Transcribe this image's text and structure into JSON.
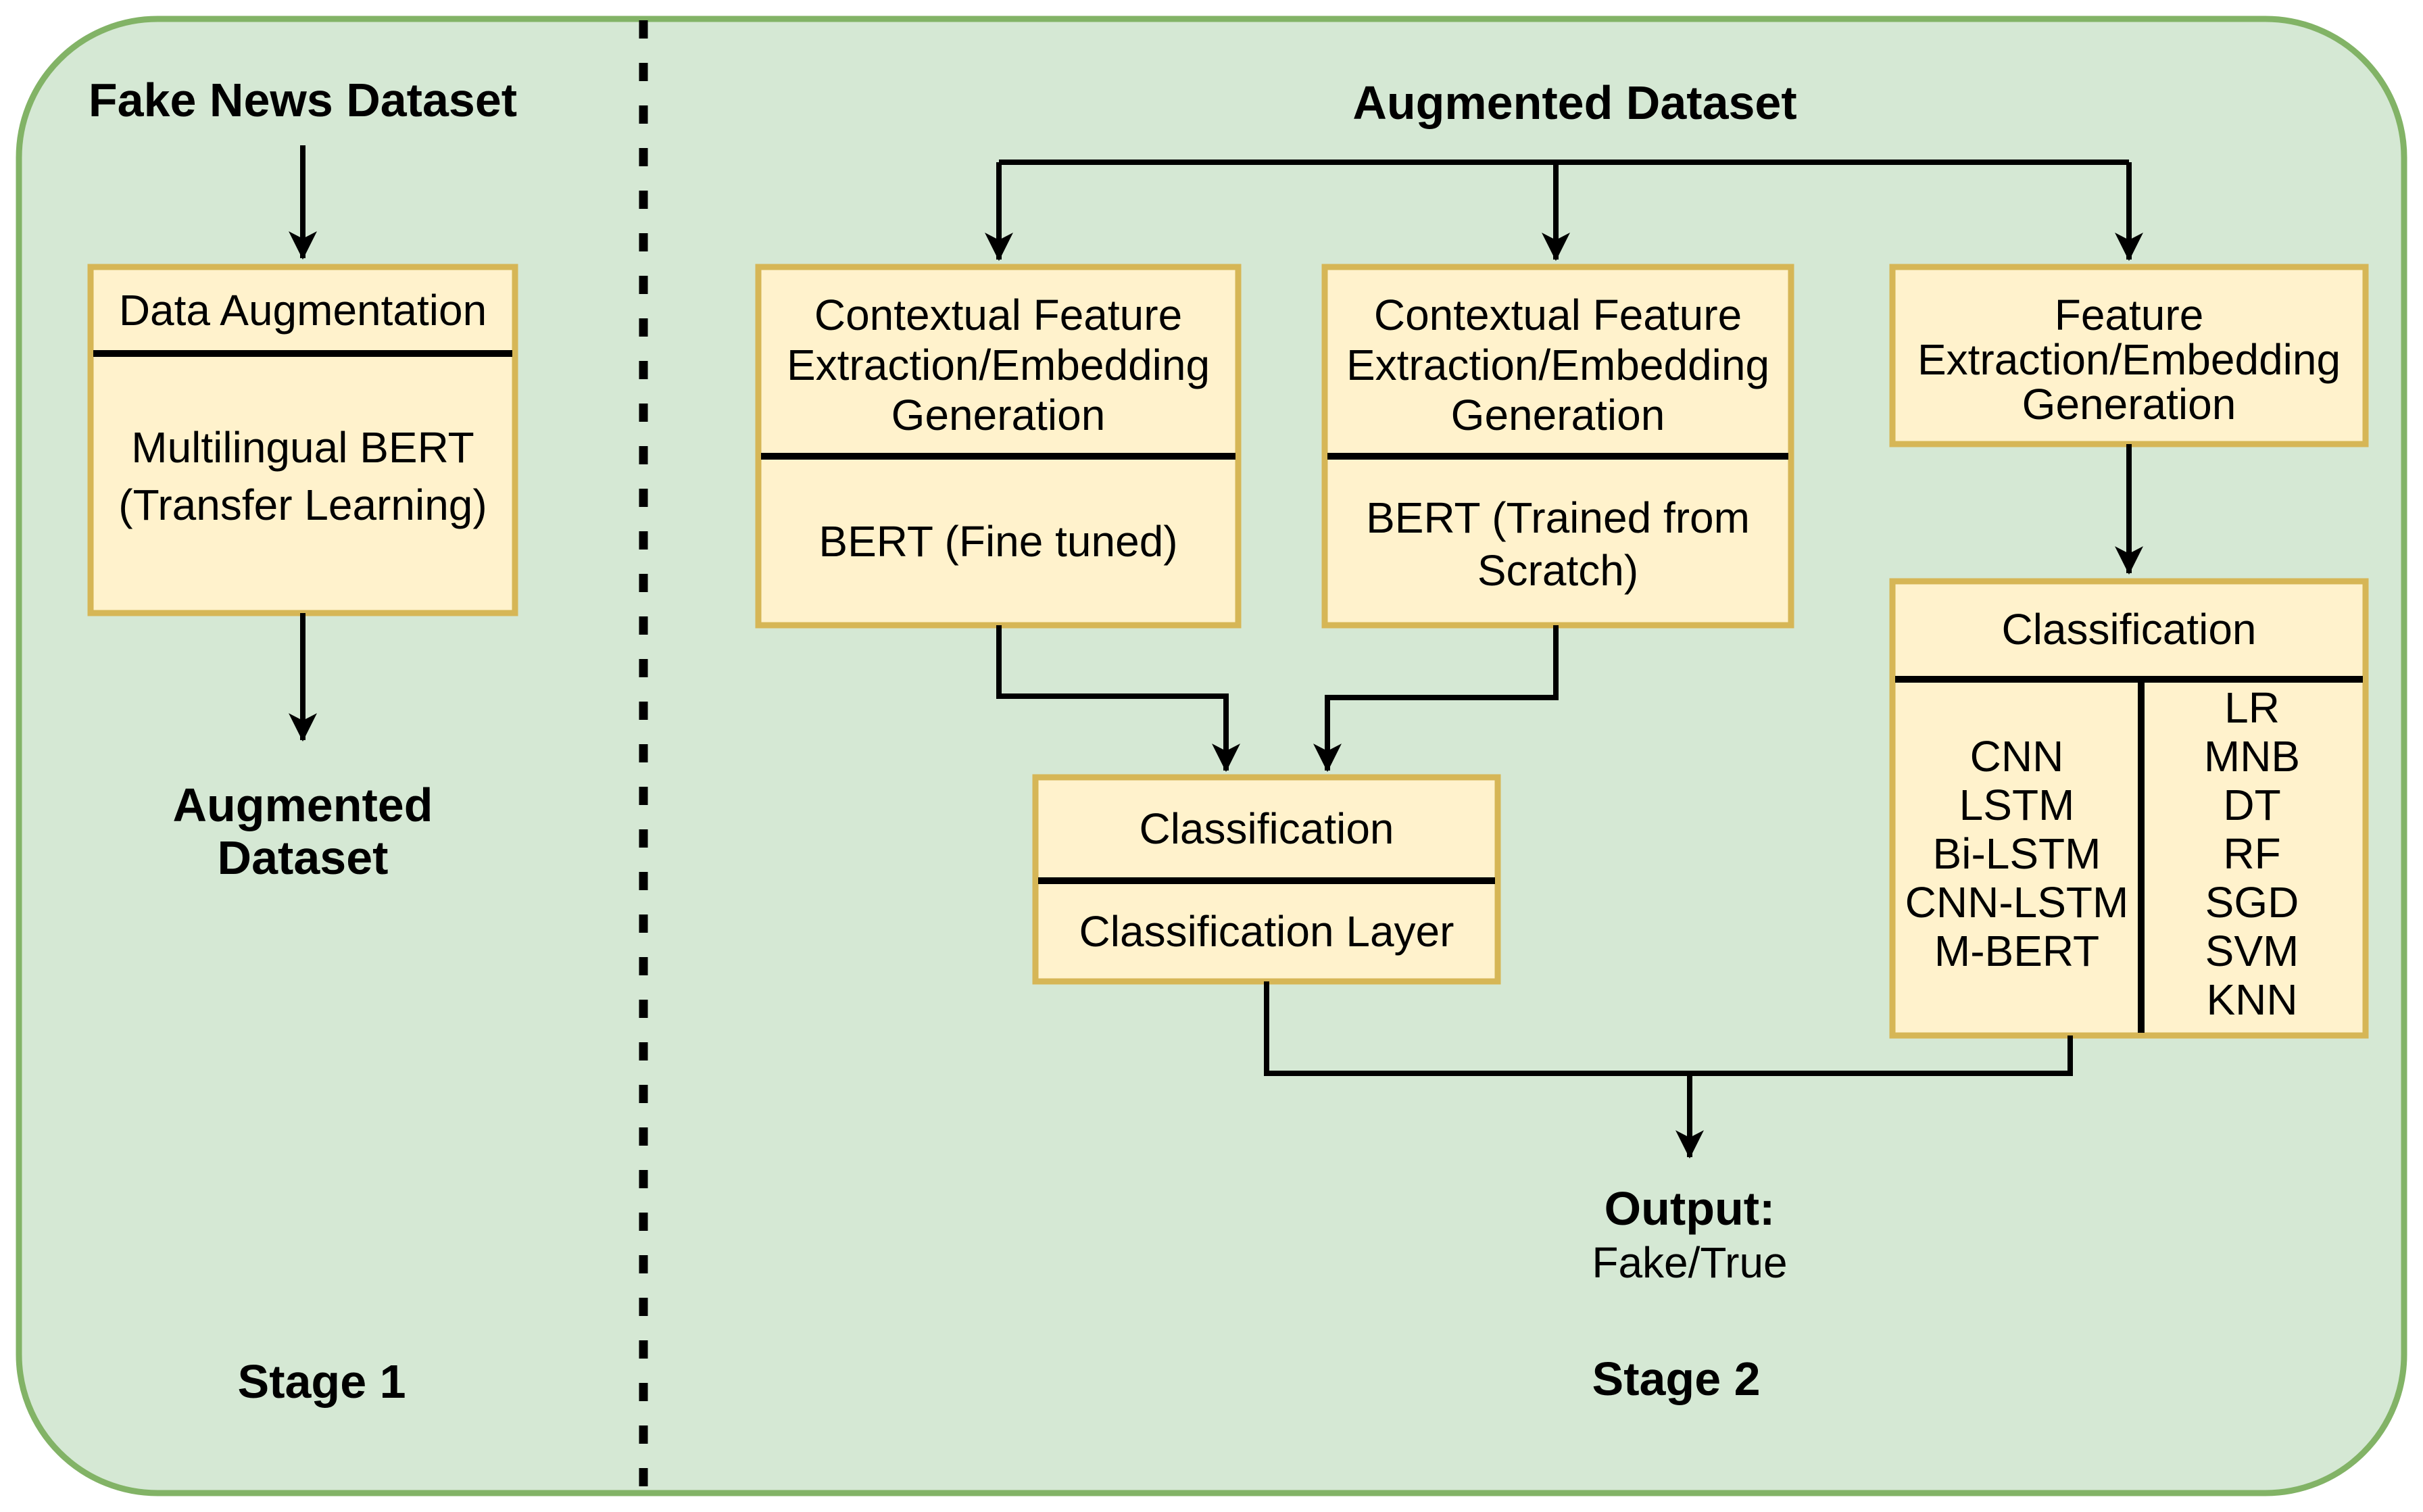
{
  "diagram_title_context": "Two-stage fake news detection pipeline",
  "colors": {
    "panel_fill": "#d5e8d4",
    "panel_border": "#82b366",
    "box_fill": "#fff2cc",
    "box_border": "#d6b656",
    "line_color": "#000000",
    "text_color": "#000000"
  },
  "stage1": {
    "label": "Stage 1",
    "source_label": "Fake News Dataset",
    "augmentation_box": {
      "header": "Data Augmentation",
      "body_line1": "Multilingual BERT",
      "body_line2": "(Transfer Learning)"
    },
    "result_label_line1": "Augmented",
    "result_label_line2": "Dataset"
  },
  "stage2": {
    "label": "Stage 2",
    "title": "Augmented Dataset",
    "bert_finetuned_box": {
      "header_line1": "Contextual Feature",
      "header_line2": "Extraction/Embedding",
      "header_line3": "Generation",
      "body": "BERT (Fine tuned)"
    },
    "bert_scratch_box": {
      "header_line1": "Contextual Feature",
      "header_line2": "Extraction/Embedding",
      "header_line3": "Generation",
      "body_line1": "BERT (Trained from",
      "body_line2": "Scratch)"
    },
    "feature_box": {
      "header_line1": "Feature",
      "header_line2": "Extraction/Embedding",
      "header_line3": "Generation"
    },
    "ml_classification_box": {
      "header": "Classification",
      "dl_models": [
        "CNN",
        "LSTM",
        "Bi-LSTM",
        "CNN-LSTM",
        "M-BERT"
      ],
      "ml_models": [
        "LR",
        "MNB",
        "DT",
        "RF",
        "SGD",
        "SVM",
        "KNN"
      ]
    },
    "classification_box": {
      "header": "Classification",
      "body": "Classification Layer"
    },
    "output_label": "Output:",
    "output_value": "Fake/True"
  }
}
